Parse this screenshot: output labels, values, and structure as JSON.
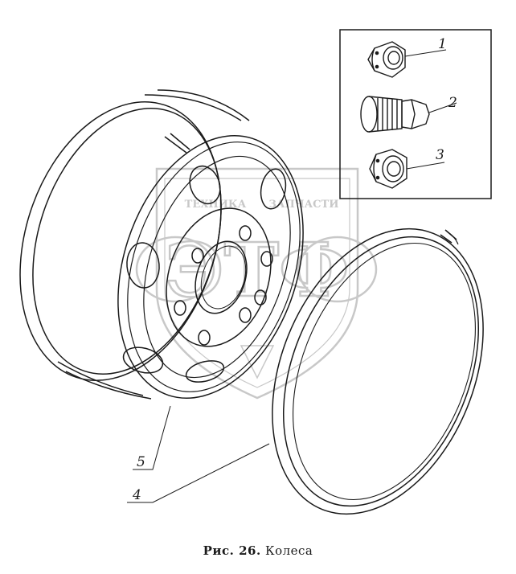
{
  "figure": {
    "caption_prefix": "Рис. 26.",
    "caption_title": "Колеса"
  },
  "callouts": [
    {
      "id": "1",
      "label": "1"
    },
    {
      "id": "2",
      "label": "2"
    },
    {
      "id": "3",
      "label": "3"
    },
    {
      "id": "4",
      "label": "4"
    },
    {
      "id": "5",
      "label": "5"
    }
  ],
  "watermark": {
    "line1": "ТЕХНИКА",
    "line2": "ЗАПЧАСТИ",
    "logo": "ЭТФ"
  },
  "colors": {
    "ink": "#1a1a1a",
    "watermark": "#c8c8c8"
  }
}
